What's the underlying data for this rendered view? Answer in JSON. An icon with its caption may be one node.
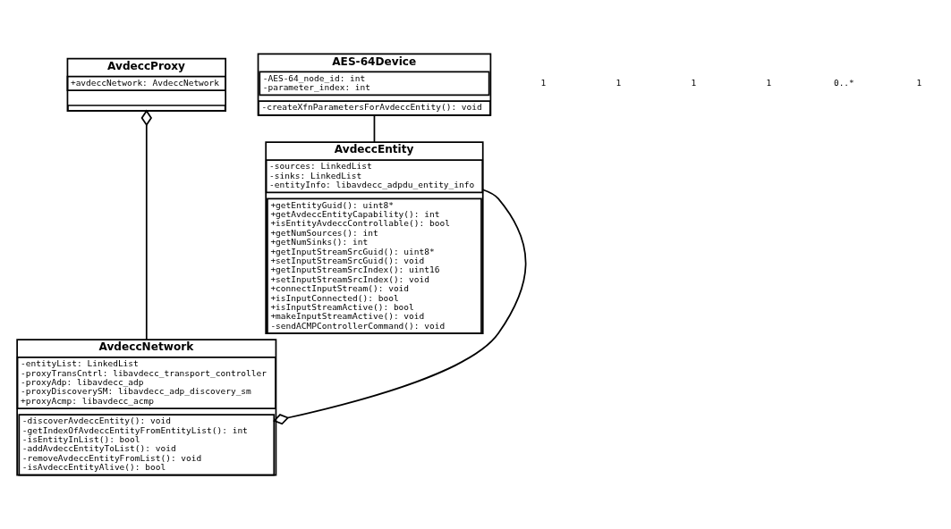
{
  "diagram": {
    "nodes": [
      {
        "text": [
          "AvdeccProxy"
        ]
      },
      {
        "text": [
          "+avdeccNetwork: AvdeccNetwork"
        ],
        "in": 0
      },
      {
        "text": [],
        "shape": "box",
        "in": 0
      },
      {
        "text": [
          "AES-64Device"
        ]
      },
      {
        "text": [
          "-AES-64_node_id: int",
          "-parameter_index: int"
        ],
        "in": 3
      },
      {
        "text": [
          "-createXfnParametersForAvdeccEntity(): void"
        ],
        "in": 3
      },
      {
        "text": [
          "AvdeccNetwork"
        ]
      },
      {
        "text": [
          "-entityList: LinkedList",
          "-proxyTransCntrl: libavdecc_transport_controller",
          "-proxyAdp: libavdecc_adp",
          "-proxyDiscoverySM: libavdecc_adp_discovery_sm",
          "+proxyAcmp: libavdecc_acmp"
        ],
        "in": 6
      },
      {
        "text": [
          "-discoverAvdeccEntity(): void",
          "-getIndexOfAvdeccEntityFromEntityList(): int",
          "-isEntityInList(): bool",
          "-addAvdeccEntityToList(): void",
          "-removeAvdeccEntityFromList(): void",
          "-isAvdeccEntityAlive(): bool"
        ],
        "in": 6
      },
      {
        "text": [
          "AvdeccEntity"
        ]
      },
      {
        "text": [
          "-sources: LinkedList",
          "-sinks: LinkedList",
          "-entityInfo: libavdecc_adpdu_entity_info"
        ],
        "in": 9
      },
      {
        "text": [
          "+getEntityGuid(): uint8*",
          "+getAvdeccEntityCapability(): int",
          "+isEntityAvdeccControllable(): bool",
          "+getNumSources(): int",
          "+getNumSinks(): int",
          "+getInputStreamSrcGuid(): uint8*",
          "+setInputStreamSrcGuid(): void",
          "+getInputStreamSrcIndex(): uint16",
          "+setInputStreamSrcIndex(): void",
          "+connectInputStream(): void",
          "+isInputConnected(): bool",
          "+isInputStreamActive(): bool",
          "+makeInputStreamActive(): void",
          "-sendACMPControllerCommand(): void"
        ],
        "in": 9
      }
    ],
    "edges": [
      {
        "from": 0,
        "to": 6,
        "arrow": "other"
      },
      {
        "from": 3,
        "to": 9,
        "arrow": "none"
      },
      {
        "from": 6,
        "to": 9,
        "arrow": "other"
      }
    ],
    "labels": [
      "1",
      "1",
      "1",
      "1",
      "0..*",
      "1"
    ]
  }
}
